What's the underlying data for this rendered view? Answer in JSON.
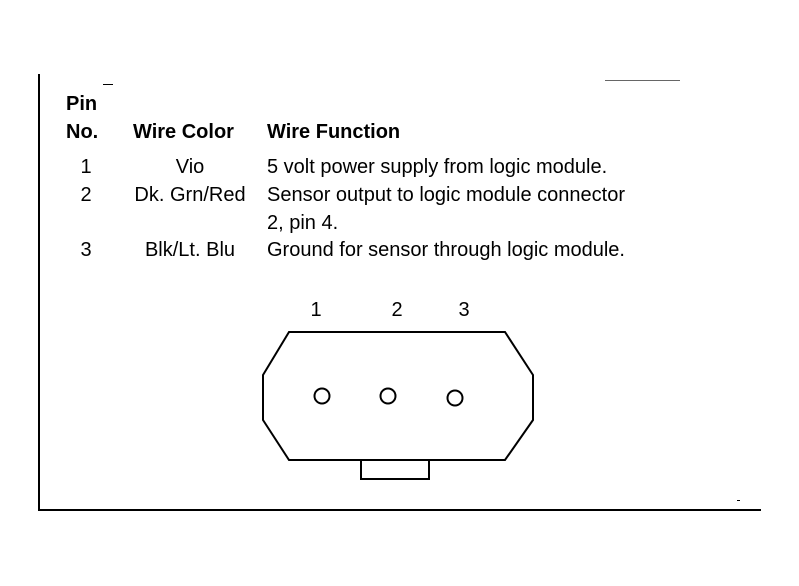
{
  "table": {
    "headers": {
      "pin_line1": "Pin",
      "pin_line2": "No.",
      "wire_color": "Wire Color",
      "wire_function": "Wire Function"
    },
    "rows": [
      {
        "pin": "1",
        "color": "Vio",
        "function": "5 volt power supply from logic module.",
        "function_cont": ""
      },
      {
        "pin": "2",
        "color": "Dk. Grn/Red",
        "function": "Sensor output to logic module connector",
        "function_cont": "2, pin 4."
      },
      {
        "pin": "3",
        "color": "Blk/Lt. Blu",
        "function": "Ground for sensor through logic module.",
        "function_cont": ""
      }
    ]
  },
  "connector": {
    "pin_labels": [
      "1",
      "2",
      "3"
    ]
  }
}
